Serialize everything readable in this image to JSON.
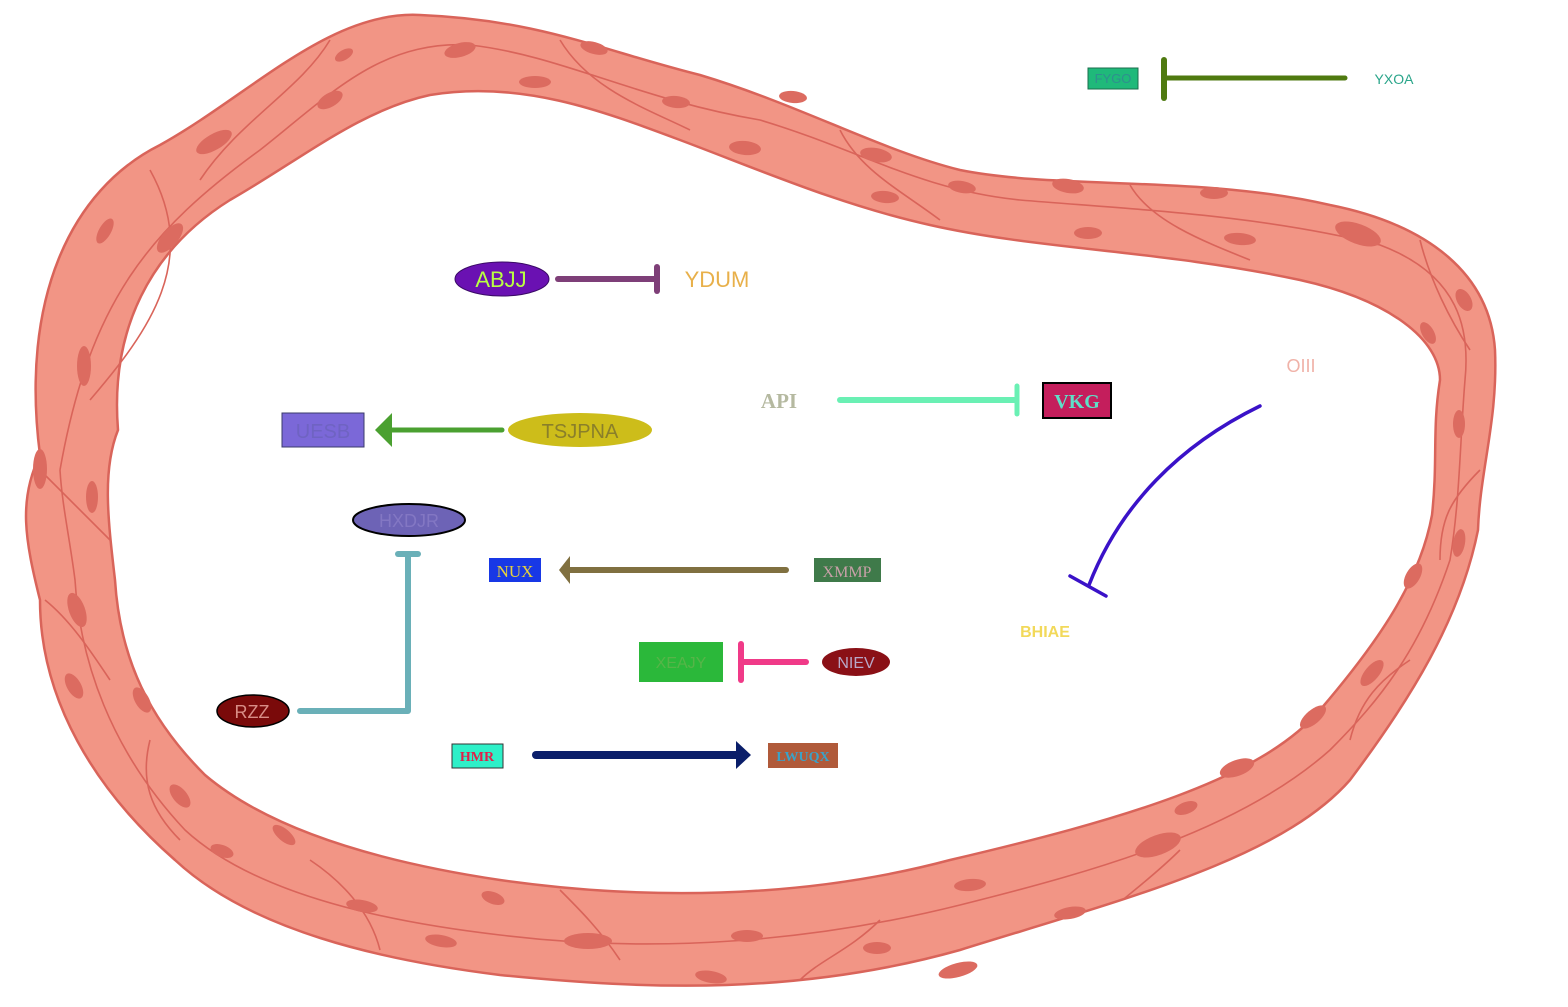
{
  "colors": {
    "membrane_fill": "#f29585",
    "membrane_stroke": "#d9645a",
    "nucleus": "#dc6b60"
  },
  "nodes": {
    "fygo": {
      "label": "FYGO",
      "fill": "#1fb97a",
      "text": "#2f8f8f",
      "border": "#1b6e4c"
    },
    "yxoa": {
      "label": "YXOA",
      "text": "#2aa58a"
    },
    "abjj": {
      "label": "ABJJ",
      "fill": "#6a11b2",
      "text": "#b9ff42",
      "border": "#3a0a66"
    },
    "ydum": {
      "label": "YDUM",
      "text": "#e8b04a"
    },
    "api": {
      "label": "API",
      "text": "#b5b9a0"
    },
    "vkg": {
      "label": "VKG",
      "fill": "#c41e5c",
      "text": "#5ee0c8",
      "border": "#000000"
    },
    "oiii": {
      "label": "OIII",
      "text": "#f0b2a8"
    },
    "uesb": {
      "label": "UESB",
      "fill": "#7b68d8",
      "text": "#6f63c2",
      "border": "#3b3b6b"
    },
    "tsjpna": {
      "label": "TSJPNA",
      "fill": "#cdbd1a",
      "text": "#8a7f2a"
    },
    "hxdjr": {
      "label": "HXDJR",
      "fill": "#6d63b6",
      "text": "#8377c3",
      "border": "#000000"
    },
    "nux": {
      "label": "NUX",
      "fill": "#1838e6",
      "text": "#e8d23a"
    },
    "xmmp": {
      "label": "XMMP",
      "fill": "#3f7a4a",
      "text": "#c8a0a8"
    },
    "bhiae": {
      "label": "BHIAE",
      "text": "#f2d95a"
    },
    "xeajy": {
      "label": "XEAJY",
      "fill": "#2bb83a",
      "text": "#56b548"
    },
    "niev": {
      "label": "NIEV",
      "fill": "#8a1016",
      "text": "#b8a8c8"
    },
    "rzz": {
      "label": "RZZ",
      "fill": "#7a0a0a",
      "text": "#d88d86",
      "border": "#000000"
    },
    "hmr": {
      "label": "HMR",
      "fill": "#2ef0c8",
      "text": "#e0204a",
      "border": "#333333"
    },
    "lwuqx": {
      "label": "LWUQX",
      "fill": "#b05a3a",
      "text": "#3aa2c8"
    }
  },
  "edges": [
    {
      "from": "FYGO",
      "to": "YXOA",
      "type": "inhibition",
      "color": "#4f7a10"
    },
    {
      "from": "ABJJ",
      "to": "YDUM",
      "type": "inhibition",
      "color": "#7e3f78"
    },
    {
      "from": "API",
      "to": "VKG",
      "type": "inhibition",
      "color": "#6af0b4"
    },
    {
      "from": "TSJPNA",
      "to": "UESB",
      "type": "activation",
      "color": "#4aa030"
    },
    {
      "from": "OIII",
      "to": "BHIAE",
      "type": "inhibition",
      "color": "#3a12c8"
    },
    {
      "from": "RZZ",
      "to": "HXDJR",
      "type": "inhibition",
      "color": "#6ab0b8"
    },
    {
      "from": "XMMP",
      "to": "NUX",
      "type": "activation",
      "color": "#807040"
    },
    {
      "from": "NIEV",
      "to": "XEAJY",
      "type": "inhibition",
      "color": "#f03a88"
    },
    {
      "from": "HMR",
      "to": "LWUQX",
      "type": "activation",
      "color": "#0a1e6a"
    }
  ]
}
